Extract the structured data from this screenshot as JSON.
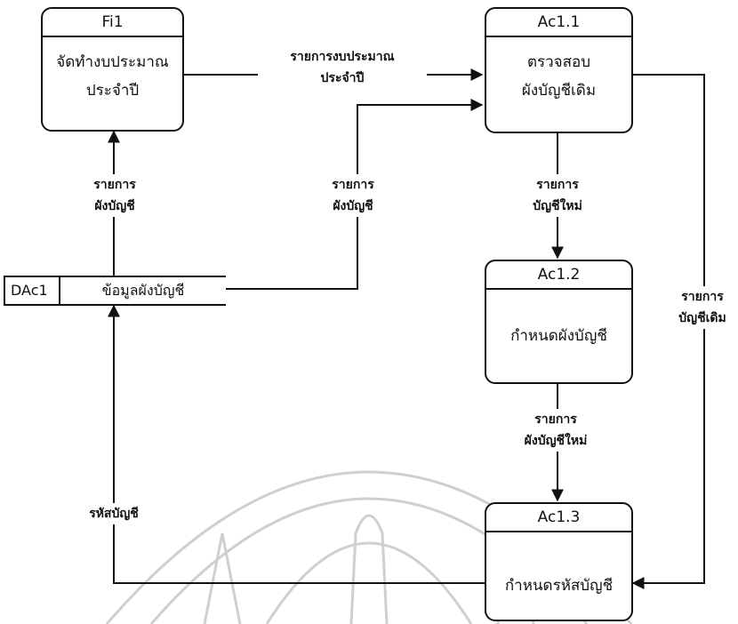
{
  "processes": {
    "fi1": {
      "id": "Fi1",
      "name": "จัดทำงบประมาณ\nประจำปี"
    },
    "ac1_1": {
      "id": "Ac1.1",
      "name": "ตรวจสอบ\nผังบัญชีเดิม"
    },
    "ac1_2": {
      "id": "Ac1.2",
      "name": "กำหนดผังบัญชี"
    },
    "ac1_3": {
      "id": "Ac1.3",
      "name": "กำหนดรหัสบัญชี"
    }
  },
  "data_store": {
    "id": "DAc1",
    "name": "ข้อมูลผังบัญชี"
  },
  "flows": {
    "budget_list": "รายการงบประมาณ\nประจำปี",
    "chart_items_left": "รายการ\nผังบัญชี",
    "chart_items_mid": "รายการ\nผังบัญชี",
    "new_account_items": "รายการ\nบัญชีใหม่",
    "old_account_items": "รายการ\nบัญชีเดิม",
    "new_chart_items": "รายการ\nผังบัญชีใหม่",
    "account_codes": "รหัสบัญชี"
  },
  "colors": {
    "line": "#111111",
    "watermark": "#c9c9c9"
  }
}
